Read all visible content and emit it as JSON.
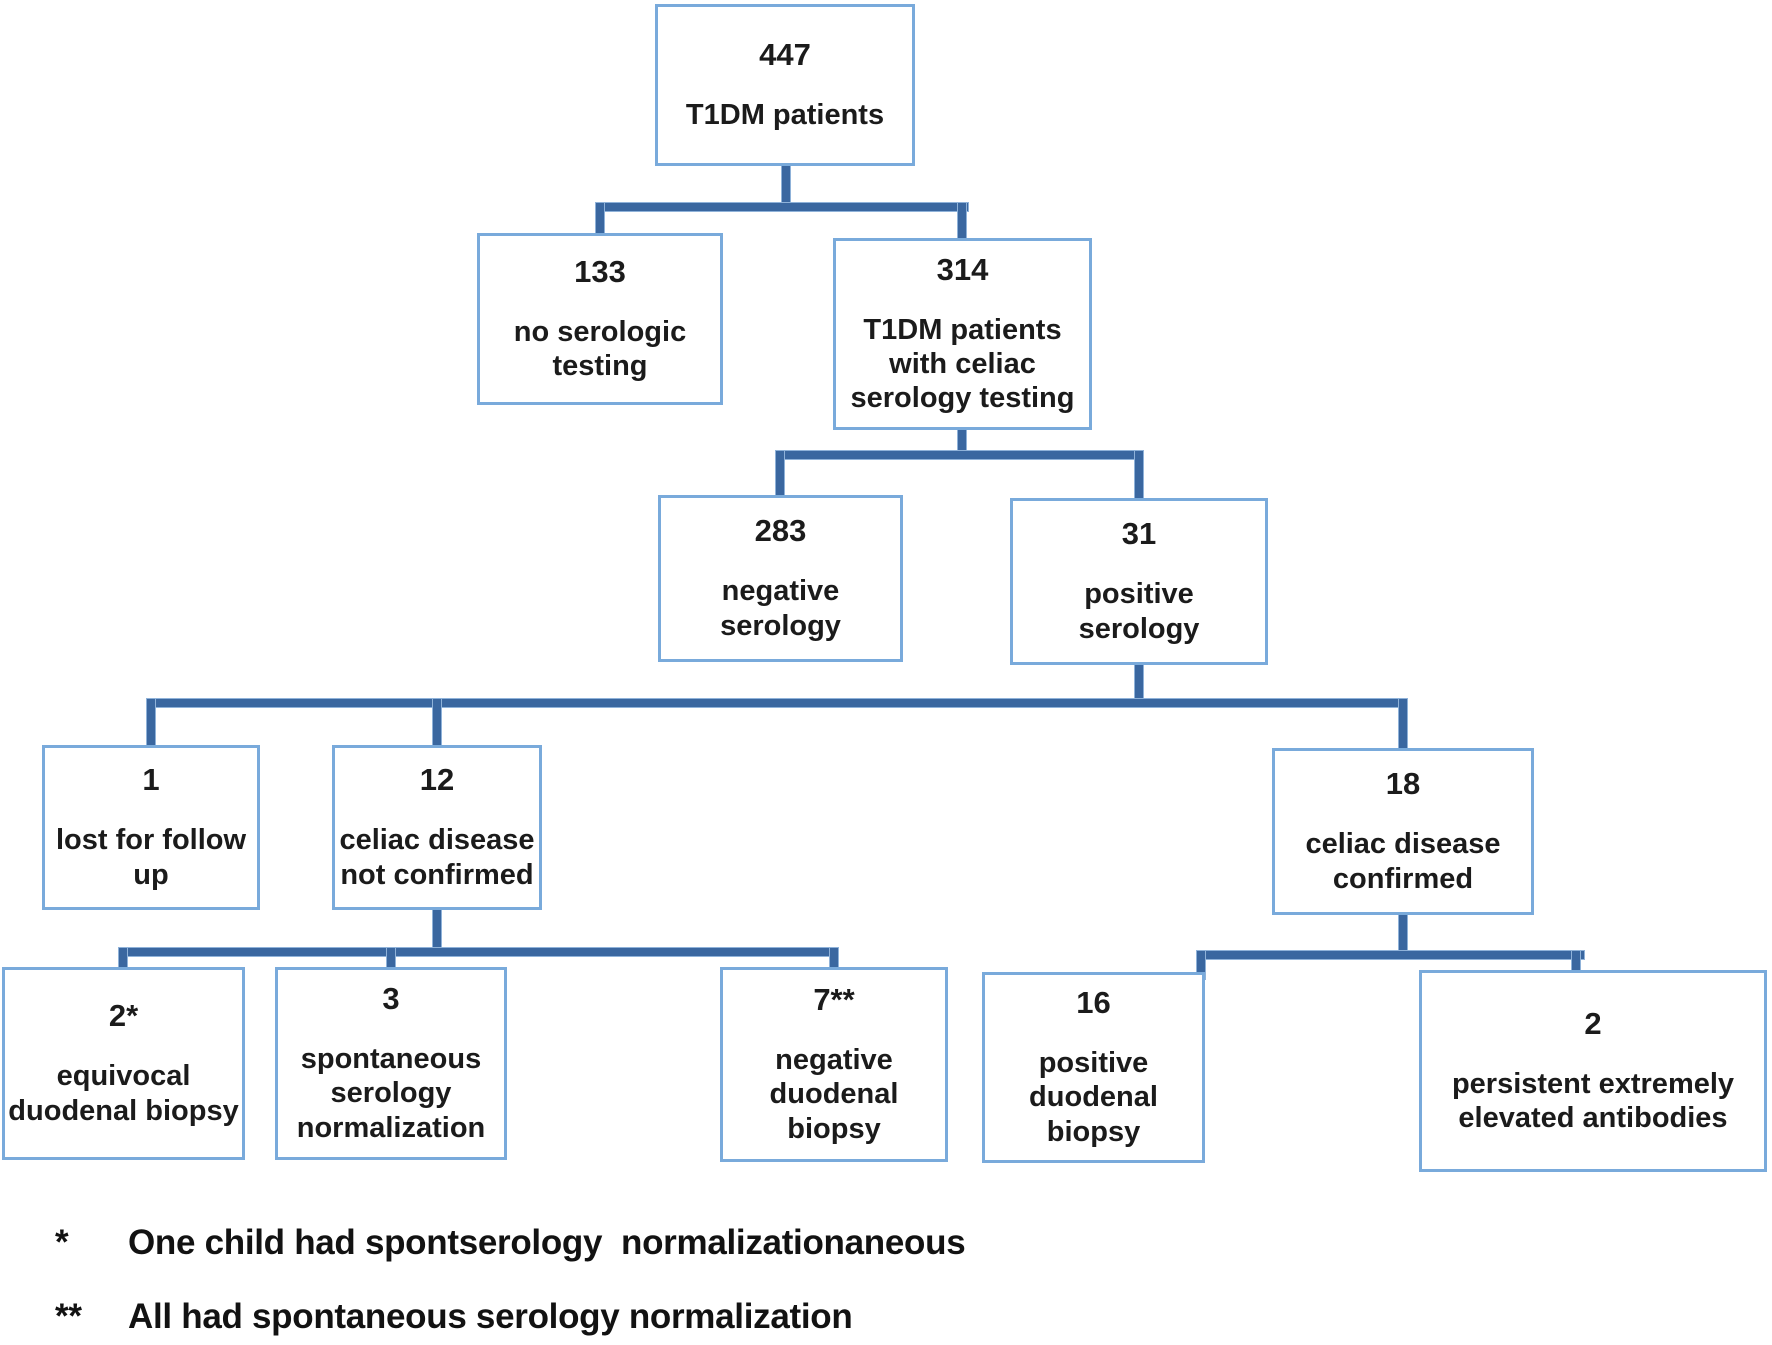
{
  "figure": {
    "type": "flowchart",
    "description": "Flow of T1DM patients through celiac serology screening"
  },
  "colors": {
    "box_border": "#79aadb",
    "connector": "#3a67a0",
    "text": "#1b1b1b"
  },
  "nodes": {
    "t1dm_total": {
      "count": "447",
      "lines": [
        "T1DM patients"
      ]
    },
    "no_serologic": {
      "count": "133",
      "lines": [
        "no serologic",
        "testing"
      ]
    },
    "serology_tested": {
      "count": "314",
      "lines": [
        "T1DM patients",
        "with celiac",
        "serology testing"
      ]
    },
    "negative_serology": {
      "count": "283",
      "lines": [
        "negative",
        "serology"
      ]
    },
    "positive_serology": {
      "count": "31",
      "lines": [
        "positive",
        "serology"
      ]
    },
    "lost_follow_up": {
      "count": "1",
      "lines": [
        "lost for follow",
        "up"
      ]
    },
    "cd_not_confirmed": {
      "count": "12",
      "lines": [
        "celiac disease",
        "not confirmed"
      ]
    },
    "cd_confirmed": {
      "count": "18",
      "lines": [
        "celiac disease",
        "confirmed"
      ]
    },
    "equivocal_biopsy": {
      "count": "2*",
      "lines": [
        "equivocal",
        "duodenal biopsy"
      ]
    },
    "spont_normalization": {
      "count": "3",
      "lines": [
        "spontaneous",
        "serology",
        "normalization"
      ]
    },
    "negative_biopsy": {
      "count": "7**",
      "lines": [
        "negative",
        "duodenal biopsy"
      ]
    },
    "positive_biopsy": {
      "count": "16",
      "lines": [
        "positive",
        "duodenal biopsy"
      ]
    },
    "persistent_antibodies": {
      "count": "2",
      "lines": [
        "persistent extremely",
        "elevated antibodies"
      ]
    }
  },
  "footnotes": [
    {
      "marker": "*",
      "text": "One child had spontserology  normalizationaneous"
    },
    {
      "marker": "**",
      "text": "All had spontaneous serology normalization"
    }
  ]
}
